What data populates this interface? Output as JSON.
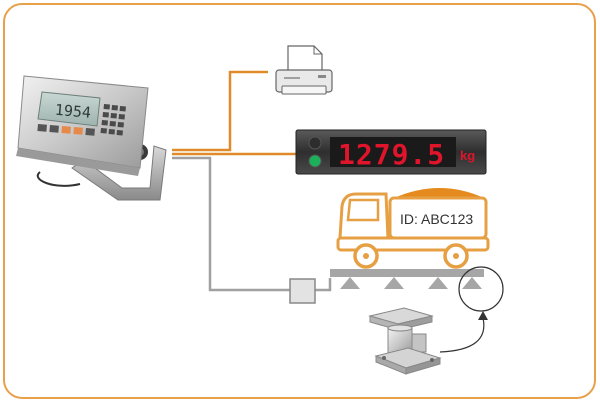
{
  "diagram": {
    "frame_color": "#e8a04a",
    "line_orange": "#e08a2c",
    "line_gray": "#a0a0a0",
    "indicator": {
      "reading": "1954"
    },
    "display": {
      "value": "1279.5",
      "unit": "kg",
      "led_color": "#e0142a"
    },
    "truck": {
      "id_text": "ID: ABC123",
      "body_color": "#e6a043",
      "load_color": "#e58a1f"
    },
    "icons": [
      "printer-icon",
      "traffic-light-icon",
      "load-cell-icon",
      "junction-box-icon"
    ]
  }
}
